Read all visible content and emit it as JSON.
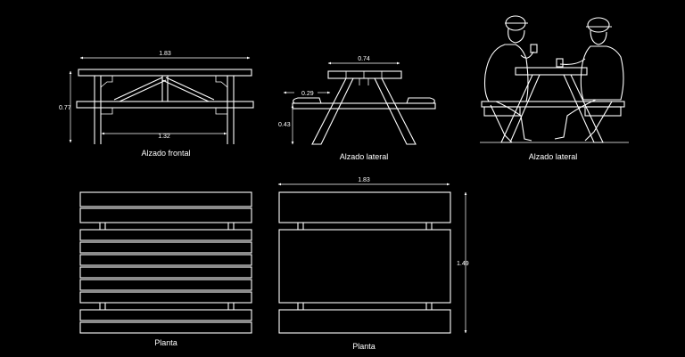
{
  "drawing": {
    "frontal": {
      "caption": "Alzado frontal",
      "width_dim": "1.83",
      "height_dim": "0.77",
      "inner_dim": "1.32"
    },
    "lateral": {
      "caption": "Alzado lateral",
      "top_dim": "0.74",
      "seat_dim": "0.29",
      "height_dim": "0.43"
    },
    "lateral_people": {
      "caption": "Alzado lateral"
    },
    "plan_left": {
      "caption": "Planta"
    },
    "plan_right": {
      "caption": "Planta",
      "width_dim": "1.83",
      "depth_dim": "1.49"
    }
  },
  "colors": {
    "background": "#000000",
    "line": "#ffffff"
  }
}
